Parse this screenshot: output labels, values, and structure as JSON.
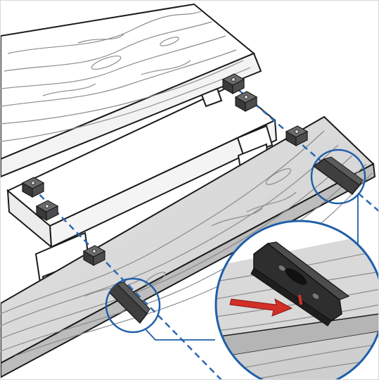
{
  "diagram": {
    "type": "assembly-illustration",
    "components": [
      "deck-board-upper",
      "joist",
      "deck-board-lower",
      "hidden-fastener-clip",
      "alignment-dashed-line",
      "magnified-detail-callout",
      "direction-arrow"
    ]
  },
  "colors": {
    "outline": "#1b1b1b",
    "board_upper": "#ffffff",
    "board_lower": "#d7d7d7",
    "board_lower_shadow": "#bdbdbd",
    "joist": "#ffffff",
    "clip_body": "#4d4d4d",
    "clip_top": "#2e2e2e",
    "dashed_line": "#2a69b3",
    "callout_ring": "#1f5fa8",
    "arrow": "#d22f27",
    "grain": "#8b8b8b",
    "background": "#ffffff",
    "frame": "#d8d8d8"
  }
}
